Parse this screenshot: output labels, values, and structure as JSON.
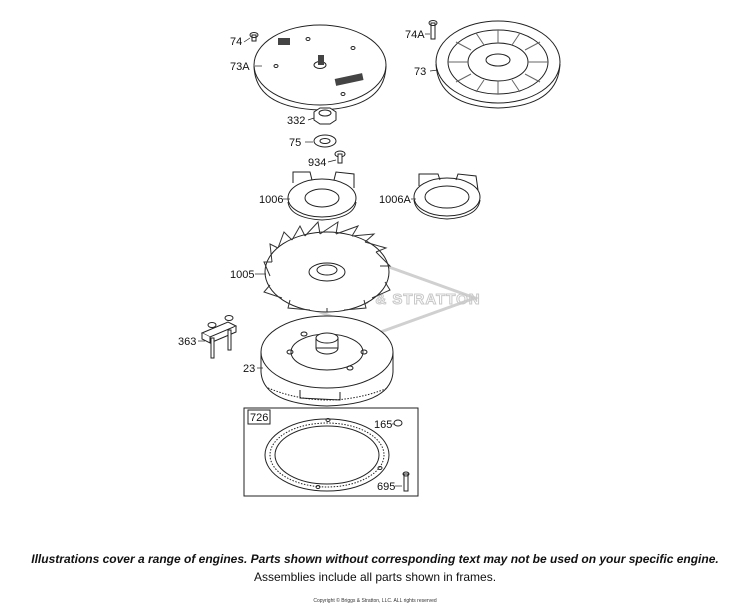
{
  "parts": {
    "p74": "74",
    "p73A": "73A",
    "p74A": "74A",
    "p73": "73",
    "p332": "332",
    "p75": "75",
    "p934": "934",
    "p1006": "1006",
    "p1006A": "1006A",
    "p1005": "1005",
    "p363": "363",
    "p23": "23",
    "p726": "726",
    "p165": "165",
    "p695": "695"
  },
  "watermark": "BRIGGS & STRATTON",
  "footer": {
    "disclaimer": "Illustrations cover a range of engines. Parts shown without corresponding text may not be used on your specific engine.",
    "assemblies": "Assemblies include all parts shown in frames.",
    "copyright": "Copyright © Briggs & Stratton, LLC. ALL rights reserved"
  },
  "colors": {
    "line": "#222222",
    "watermark": "#c8c8c8"
  }
}
